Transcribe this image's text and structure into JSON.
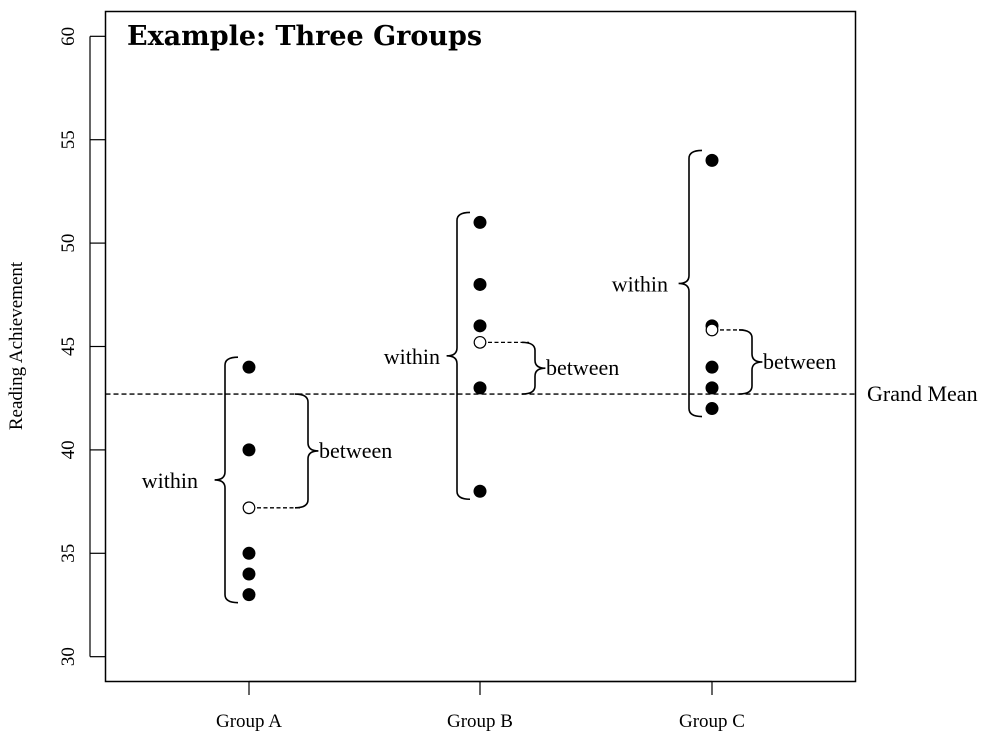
{
  "chart_data": {
    "type": "scatter",
    "title": "Example: Three Groups",
    "ylabel": "Reading Achievement",
    "xlabel": "",
    "ylim": [
      28.8,
      61.2
    ],
    "yticks": [
      30,
      35,
      40,
      45,
      50,
      55,
      60
    ],
    "categories": [
      "Group A",
      "Group B",
      "Group C"
    ],
    "groups": [
      {
        "category": "Group A",
        "values": [
          44,
          40,
          35,
          34,
          33
        ],
        "mean": 37.2
      },
      {
        "category": "Group B",
        "values": [
          51,
          48,
          46,
          43,
          38
        ],
        "mean": 45.2
      },
      {
        "category": "Group C",
        "values": [
          54,
          46,
          44,
          43,
          42
        ],
        "mean": 45.8
      }
    ],
    "grand_mean": 42.7,
    "grand_mean_label": "Grand Mean",
    "within_label": "within",
    "between_label": "between",
    "grid": false
  }
}
